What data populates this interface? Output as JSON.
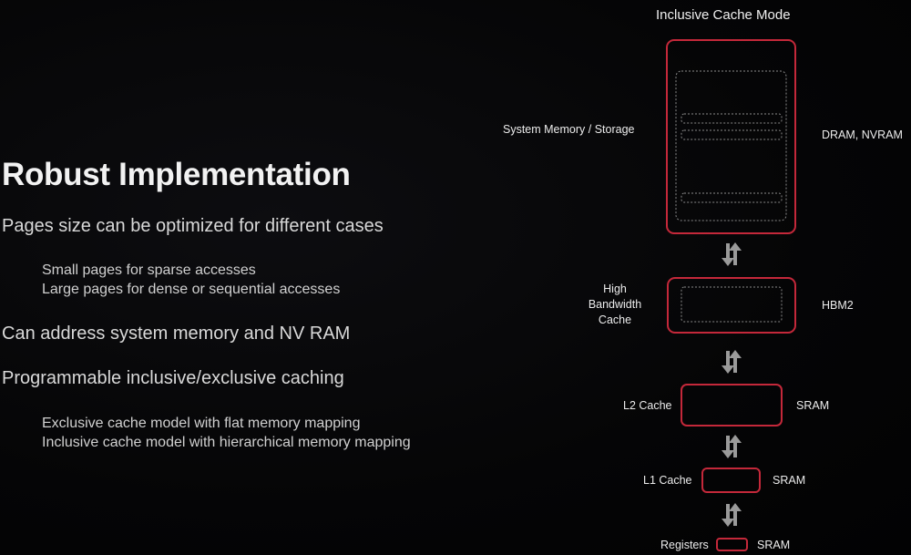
{
  "slide": {
    "title": "Robust Implementation",
    "bullets": [
      {
        "text": "Pages size can be optimized for different cases",
        "sub": [
          "Small pages for sparse accesses",
          "Large pages for dense or sequential accesses"
        ]
      },
      {
        "text": "Can address system memory and NV RAM",
        "sub": []
      },
      {
        "text": "Programmable inclusive/exclusive caching",
        "sub": [
          "Exclusive cache model with flat memory mapping",
          "Inclusive cache model with hierarchical memory mapping"
        ]
      }
    ]
  },
  "diagram": {
    "title": "Inclusive Cache Mode",
    "accent_color": "#c4283a",
    "levels": [
      {
        "left_label": "System Memory / Storage",
        "right_label": "DRAM, NVRAM"
      },
      {
        "left_label_lines": [
          "High",
          "Bandwidth",
          "Cache"
        ],
        "right_label": "HBM2"
      },
      {
        "left_label": "L2 Cache",
        "right_label": "SRAM"
      },
      {
        "left_label": "L1 Cache",
        "right_label": "SRAM"
      },
      {
        "left_label": "Registers",
        "right_label": "SRAM"
      }
    ],
    "arrow_icon": "bidirectional-arrows-icon"
  }
}
